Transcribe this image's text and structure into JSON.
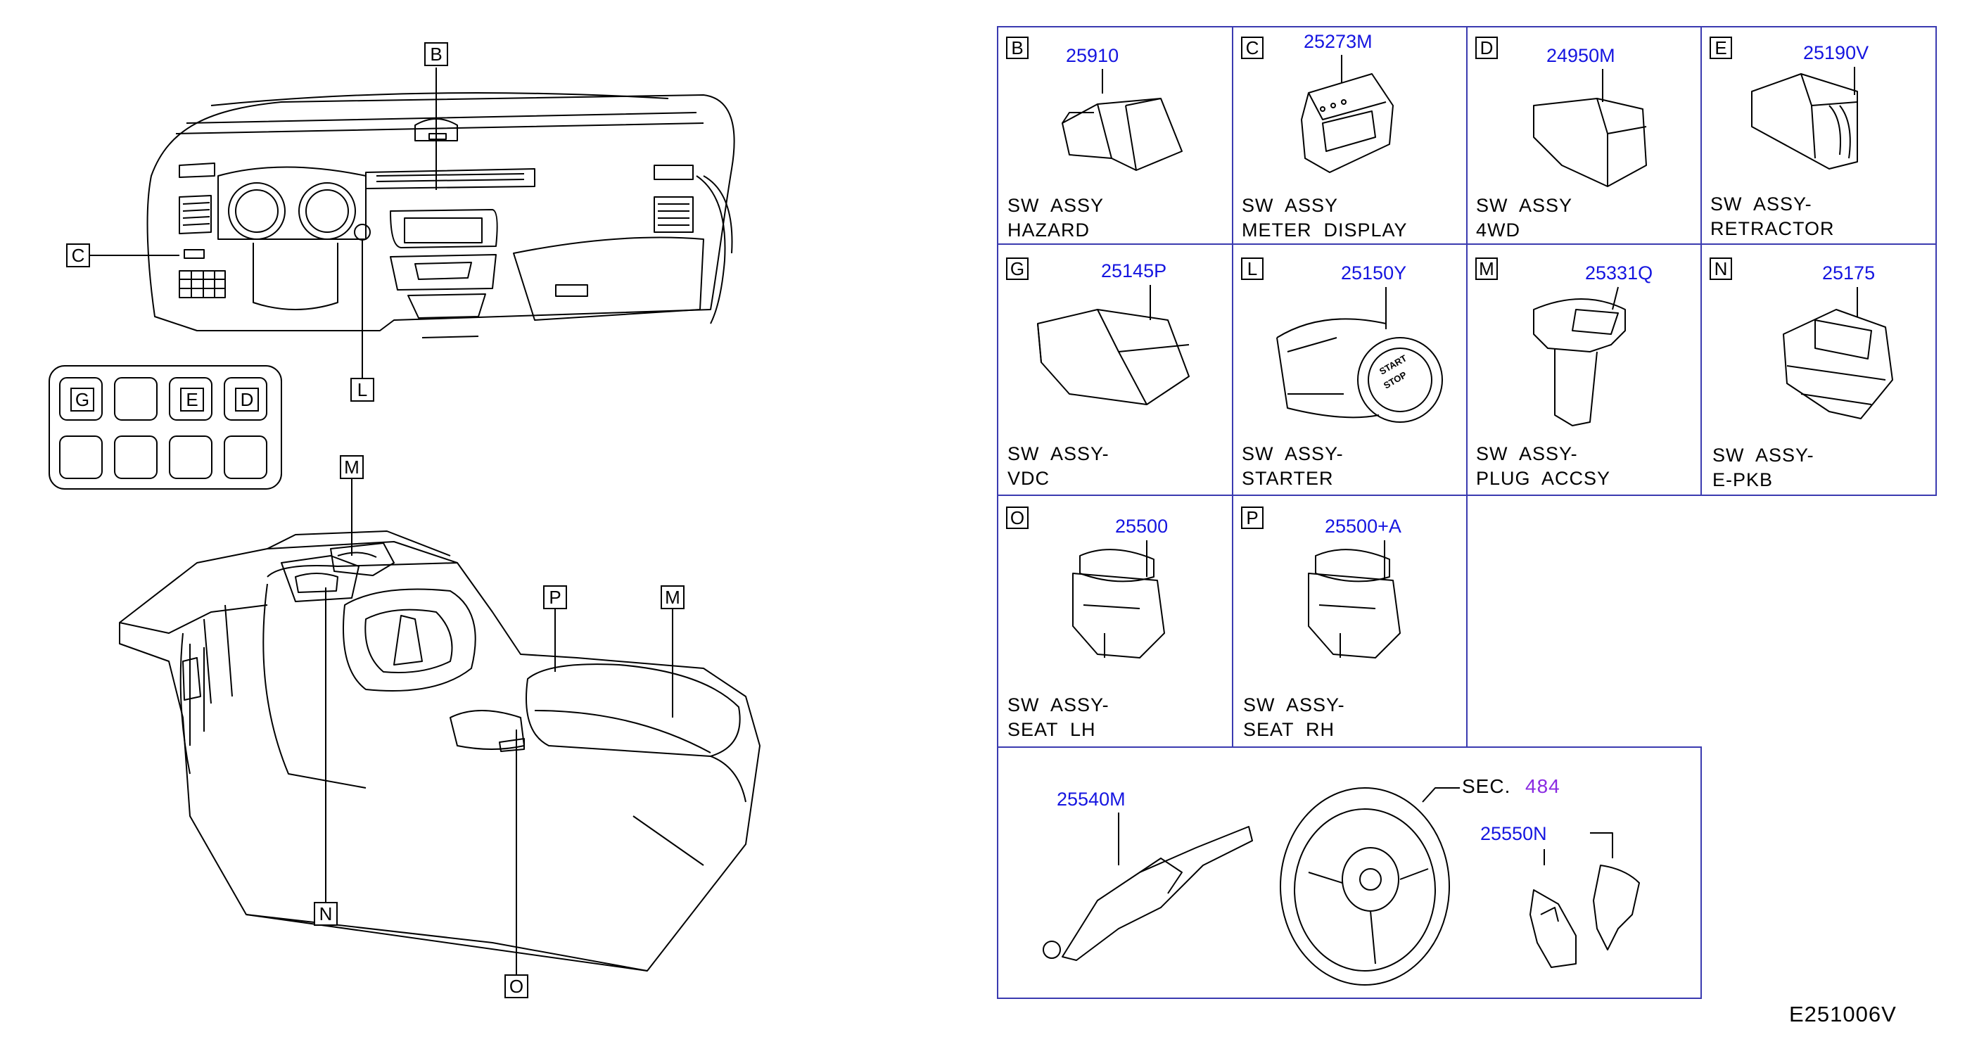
{
  "diagram": {
    "reference_code": "E251006V",
    "left_callouts": {
      "B": "B",
      "C": "C",
      "L": "L",
      "M_top": "M",
      "N": "N",
      "O": "O",
      "P": "P",
      "M_right": "M",
      "panel": [
        "G",
        "",
        "E",
        "D",
        "",
        "",
        "",
        ""
      ]
    },
    "cells": [
      {
        "letter": "B",
        "part_no": "25910",
        "name": "SW  ASSY\nHAZARD"
      },
      {
        "letter": "C",
        "part_no": "25273M",
        "name": "SW  ASSY\nMETER  DISPLAY"
      },
      {
        "letter": "D",
        "part_no": "24950M",
        "name": "SW  ASSY\n4WD"
      },
      {
        "letter": "E",
        "part_no": "25190V",
        "name": "SW  ASSY-\nRETRACTOR"
      },
      {
        "letter": "G",
        "part_no": "25145P",
        "name": "SW  ASSY-\nVDC"
      },
      {
        "letter": "L",
        "part_no": "25150Y",
        "name": "SW  ASSY-\nSTARTER"
      },
      {
        "letter": "M",
        "part_no": "25331Q",
        "name": "SW  ASSY-\nPLUG  ACCSY"
      },
      {
        "letter": "N",
        "part_no": "25175",
        "name": "SW  ASSY-\nE-PKB"
      },
      {
        "letter": "O",
        "part_no": "25500",
        "name": "SW  ASSY-\nSEAT  LH"
      },
      {
        "letter": "P",
        "part_no": "25500+A",
        "name": "SW  ASSY-\nSEAT  RH"
      }
    ],
    "steering": {
      "combination_switch_part_no": "25540M",
      "section_label": "SEC.",
      "section_number": "484",
      "paddle_part_no": "25550N"
    },
    "button_text": [
      "START",
      "STOP"
    ],
    "colors": {
      "part_number": "#1515e0",
      "section_number": "#8a2be2",
      "frame": "#3a3ab0",
      "line": "#000000"
    }
  }
}
